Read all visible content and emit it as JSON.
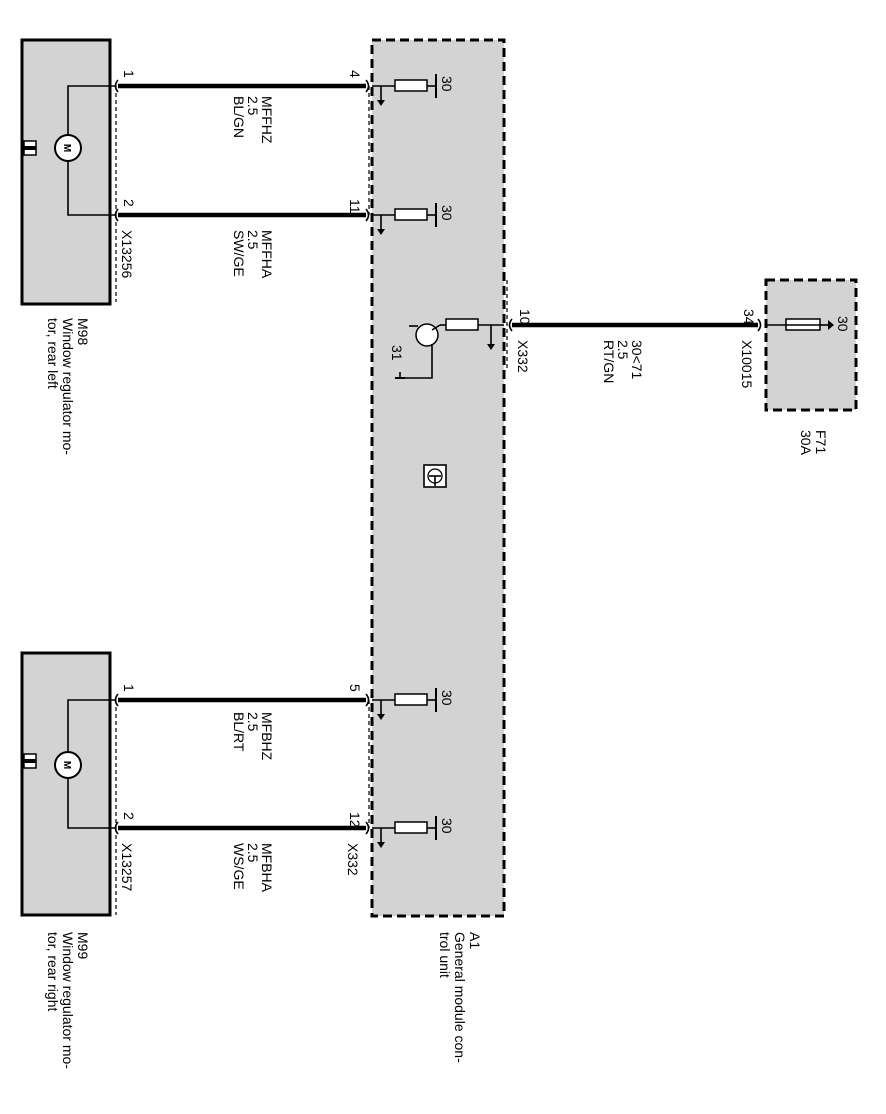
{
  "components": {
    "m98": {
      "id": "M98",
      "line1": "Window regulator mo-",
      "line2": "tor, rear left",
      "connector": "X13256",
      "pin_top": "1",
      "pin_bottom": "2",
      "motor_letter": "M"
    },
    "m99": {
      "id": "M99",
      "line1": "Window regulator mo-",
      "line2": "tor, rear right",
      "connector": "X13257",
      "pin_top": "1",
      "pin_bottom": "2",
      "motor_letter": "M"
    },
    "a1": {
      "id": "A1",
      "line1": "General module con-",
      "line2": "trol unit",
      "connector": "X332",
      "pins": [
        "4",
        "11",
        "10",
        "5",
        "12"
      ],
      "ground_terminal": "31"
    },
    "f71": {
      "id": "F71",
      "rating": "30A",
      "connector": "X10015",
      "pin": "34",
      "terminal": "30"
    }
  },
  "wires": [
    {
      "signal": "MFFHZ",
      "size": "2.5",
      "color": "BL/GN"
    },
    {
      "signal": "MFFHA",
      "size": "2.5",
      "color": "SW/GE"
    },
    {
      "signal": "30<71",
      "size": "2.5",
      "color": "RT/GN"
    },
    {
      "signal": "MFBHZ",
      "size": "2.5",
      "color": "BL/RT"
    },
    {
      "signal": "MFBHA",
      "size": "2.5",
      "color": "WS/GE"
    }
  ],
  "resistor_terminal": "30",
  "colors": {
    "fill": "#d3d3d3",
    "line": "#000000"
  }
}
